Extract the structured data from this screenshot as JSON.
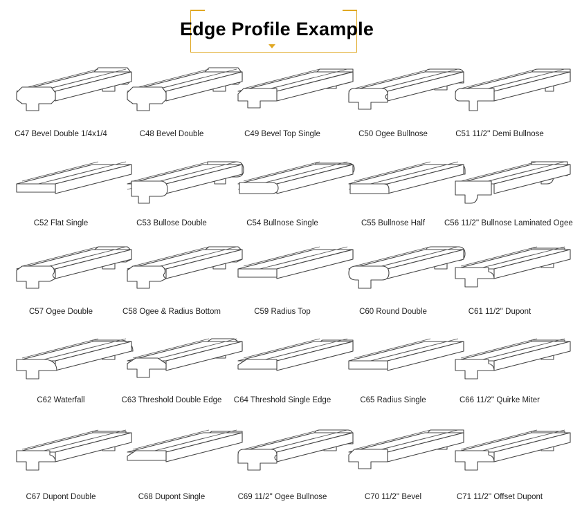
{
  "title": "Edge Profile Example",
  "profiles": [
    {
      "code": "C47",
      "label": "C47 Bevel Double 1/4x1/4",
      "style": "bevel-double"
    },
    {
      "code": "C48",
      "label": "C48 Bevel Double",
      "style": "bevel-double"
    },
    {
      "code": "C49",
      "label": "C49 Bevel Top Single",
      "style": "bevel-single"
    },
    {
      "code": "C50",
      "label": "C50 Ogee Bullnose",
      "style": "ogee"
    },
    {
      "code": "C51",
      "label": "C51 11/2'' Demi Bullnose",
      "style": "demi-bullnose"
    },
    {
      "code": "C52",
      "label": "C52 Flat Single",
      "style": "flat"
    },
    {
      "code": "C53",
      "label": "C53 Bullose Double",
      "style": "bullnose-double"
    },
    {
      "code": "C54",
      "label": "C54 Bullnose Single",
      "style": "bullnose"
    },
    {
      "code": "C55",
      "label": "C55 Bullnose Half",
      "style": "bullnose-half"
    },
    {
      "code": "C56",
      "label": "C56 11/2'' Bullnose Laminated Ogee",
      "style": "laminated-ogee"
    },
    {
      "code": "C57",
      "label": "C57 Ogee Double",
      "style": "ogee-double"
    },
    {
      "code": "C58",
      "label": "C58 Ogee & Radius Bottom",
      "style": "ogee-double"
    },
    {
      "code": "C59",
      "label": "C59 Radius Top",
      "style": "flat"
    },
    {
      "code": "C60",
      "label": "C60 Round Double",
      "style": "round-double"
    },
    {
      "code": "C61",
      "label": "C61 11/2'' Dupont",
      "style": "dupont"
    },
    {
      "code": "C62",
      "label": "C62 Waterfall",
      "style": "waterfall"
    },
    {
      "code": "C63",
      "label": "C63  Threshold Double Edge",
      "style": "threshold"
    },
    {
      "code": "C64",
      "label": "C64 Threshold Single Edge",
      "style": "threshold-single"
    },
    {
      "code": "C65",
      "label": "C65 Radius Single",
      "style": "flat"
    },
    {
      "code": "C66",
      "label": "C66 11/2'' Quirke Miter",
      "style": "dupont"
    },
    {
      "code": "C67",
      "label": "C67 Dupont Double",
      "style": "dupont"
    },
    {
      "code": "C68",
      "label": "C68 Dupont Single",
      "style": "threshold-single"
    },
    {
      "code": "C69",
      "label": "C69 11/2'' Ogee Bullnose",
      "style": "ogee"
    },
    {
      "code": "C70",
      "label": "C70 11/2'' Bevel",
      "style": "bevel-single"
    },
    {
      "code": "C71",
      "label": "C71 11/2'' Offset Dupont",
      "style": "dupont"
    }
  ]
}
